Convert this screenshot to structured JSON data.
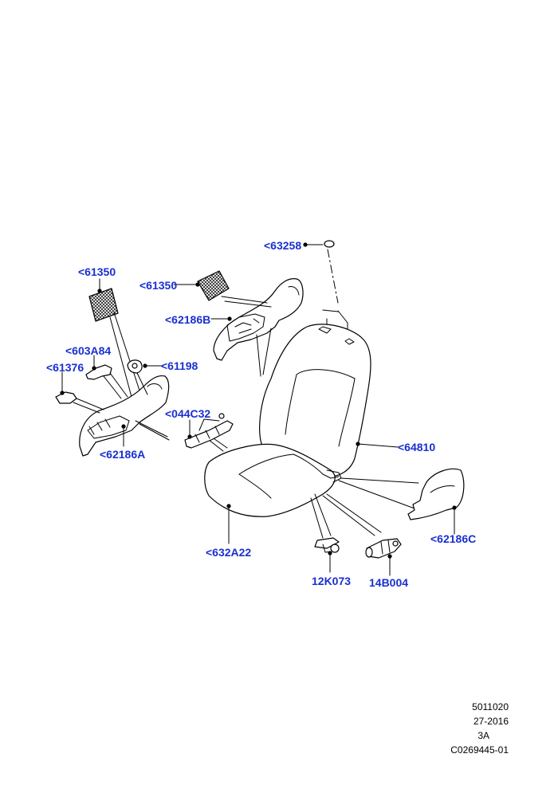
{
  "labels": {
    "p63258": "<63258",
    "p61350a": "<61350",
    "p61350b": "<61350",
    "p62186b": "<62186B",
    "p603a84": "<603A84",
    "p61376": "<61376",
    "p61198": "<61198",
    "p044c32": "<044C32",
    "p62186a": "<62186A",
    "p64810": "<64810",
    "p632a22": "<632A22",
    "p62186c": "<62186C",
    "p12k073": "12K073",
    "p14b004": "14B004"
  },
  "footer": {
    "line1": "5011020",
    "line2": "27-2016",
    "line3": "3A",
    "line4": "C0269445-01"
  },
  "colors": {
    "label": "#1a2fd0",
    "line": "#000000"
  }
}
